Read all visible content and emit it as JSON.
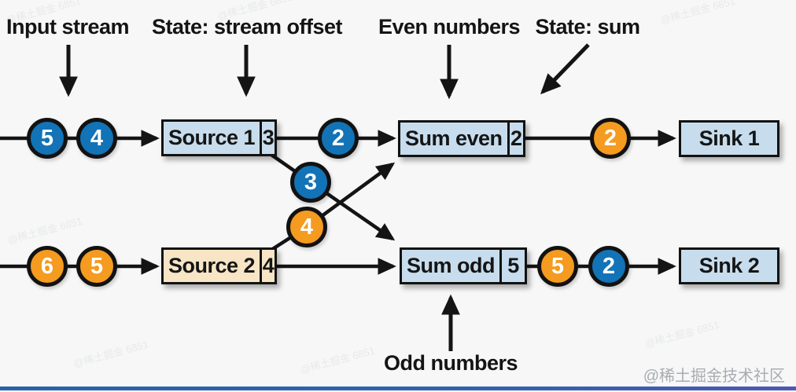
{
  "palette": {
    "blue": "#1273b7",
    "orange": "#f49b20",
    "box_blue": "#c7dded",
    "box_tan": "#f7e5c6",
    "line": "#141414",
    "background": "#f6f7f6",
    "bottom_bar_left": "#2a62ad",
    "bottom_bar_right": "#4d58b6"
  },
  "annotations": {
    "input_stream": "Input stream",
    "state_stream_offset": "State: stream offset",
    "even_numbers": "Even numbers",
    "state_sum": "State: sum",
    "odd_numbers": "Odd numbers"
  },
  "nodes": {
    "source1": {
      "label": "Source 1",
      "state": "3"
    },
    "source2": {
      "label": "Source 2",
      "state": "4"
    },
    "sum_even": {
      "label": "Sum even",
      "state": "2"
    },
    "sum_odd": {
      "label": "Sum odd",
      "state": "5"
    },
    "sink1": {
      "label": "Sink 1"
    },
    "sink2": {
      "label": "Sink 2"
    }
  },
  "tokens": {
    "in_top_1": {
      "value": "5",
      "color": "blue"
    },
    "in_top_2": {
      "value": "4",
      "color": "blue"
    },
    "even_in": {
      "value": "2",
      "color": "blue"
    },
    "even_out": {
      "value": "2",
      "color": "orange"
    },
    "cross_to_odd": {
      "value": "3",
      "color": "blue"
    },
    "cross_to_even": {
      "value": "4",
      "color": "orange"
    },
    "in_bottom_1": {
      "value": "6",
      "color": "orange"
    },
    "in_bottom_2": {
      "value": "5",
      "color": "orange"
    },
    "odd_out_1": {
      "value": "5",
      "color": "orange"
    },
    "odd_out_2": {
      "value": "2",
      "color": "blue"
    }
  },
  "watermark": {
    "visible": "@稀土掘金技术社区",
    "faint": "@稀土掘金 6851"
  }
}
